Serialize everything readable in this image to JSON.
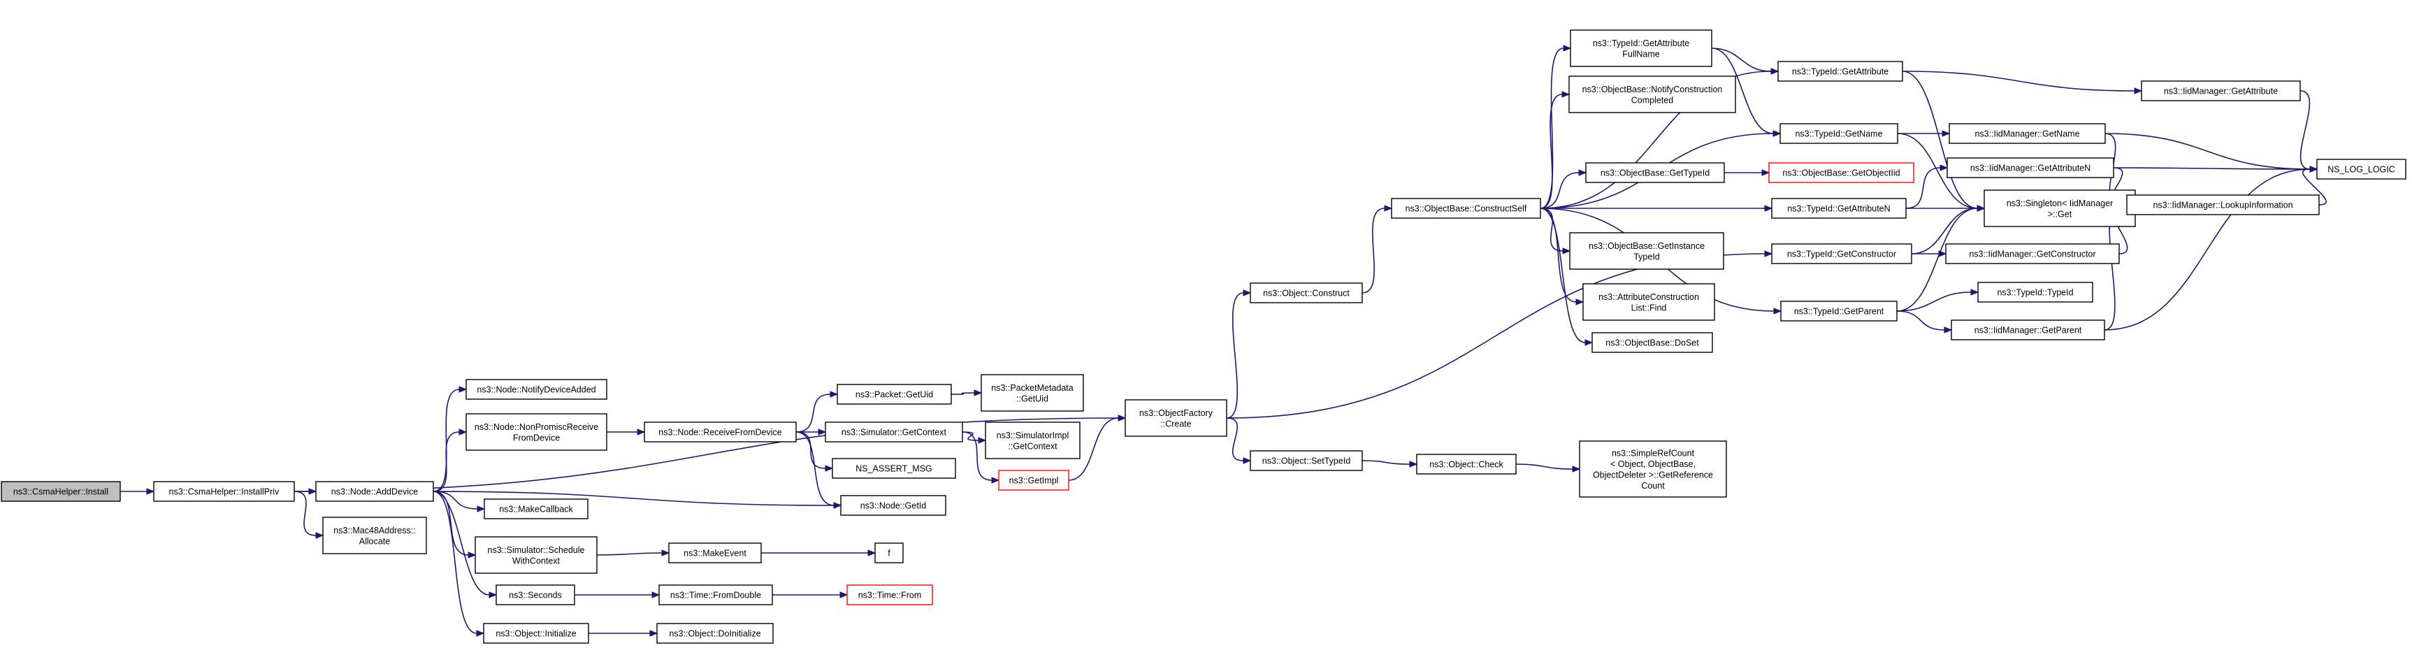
{
  "diagram": {
    "style": {
      "edge_color": "#191970",
      "node_fill": "#ffffff",
      "root_fill": "#bfbfbf",
      "truncated_border": "#ff0000"
    },
    "nodes": [
      {
        "id": "csmahelper-install",
        "lines": [
          "ns3::CsmaHelper::Install"
        ],
        "kind": "root"
      },
      {
        "id": "csmahelper-installpriv",
        "lines": [
          "ns3::CsmaHelper::InstallPriv"
        ]
      },
      {
        "id": "node-adddevice",
        "lines": [
          "ns3::Node::AddDevice"
        ]
      },
      {
        "id": "mac48address-allocate",
        "lines": [
          "ns3::Mac48Address::",
          "Allocate"
        ]
      },
      {
        "id": "node-notifydeviceadded",
        "lines": [
          "ns3::Node::NotifyDeviceAdded"
        ]
      },
      {
        "id": "node-nonpromiscreceivefromdevice",
        "lines": [
          "ns3::Node::NonPromiscReceive",
          "FromDevice"
        ]
      },
      {
        "id": "makecallback",
        "lines": [
          "ns3::MakeCallback"
        ]
      },
      {
        "id": "simulator-schedulewithcontext",
        "lines": [
          "ns3::Simulator::Schedule",
          "WithContext"
        ]
      },
      {
        "id": "seconds",
        "lines": [
          "ns3::Seconds"
        ]
      },
      {
        "id": "object-initialize",
        "lines": [
          "ns3::Object::Initialize"
        ]
      },
      {
        "id": "node-receivefromdevice",
        "lines": [
          "ns3::Node::ReceiveFromDevice"
        ]
      },
      {
        "id": "makeevent",
        "lines": [
          "ns3::MakeEvent"
        ]
      },
      {
        "id": "time-fromdouble",
        "lines": [
          "ns3::Time::FromDouble"
        ]
      },
      {
        "id": "object-doinitialize",
        "lines": [
          "ns3::Object::DoInitialize"
        ]
      },
      {
        "id": "packet-getuid",
        "lines": [
          "ns3::Packet::GetUid"
        ]
      },
      {
        "id": "simulator-getcontext",
        "lines": [
          "ns3::Simulator::GetContext"
        ]
      },
      {
        "id": "ns-assert-msg",
        "lines": [
          "NS_ASSERT_MSG"
        ]
      },
      {
        "id": "node-getid",
        "lines": [
          "ns3::Node::GetId"
        ]
      },
      {
        "id": "f",
        "lines": [
          "f"
        ]
      },
      {
        "id": "time-from",
        "lines": [
          "ns3::Time::From"
        ],
        "kind": "truncated"
      },
      {
        "id": "packetmetadata-getuid",
        "lines": [
          "ns3::PacketMetadata",
          "::GetUid"
        ]
      },
      {
        "id": "simulatorimpl-getcontext",
        "lines": [
          "ns3::SimulatorImpl",
          "::GetContext"
        ]
      },
      {
        "id": "getimpl",
        "lines": [
          "ns3::GetImpl"
        ],
        "kind": "truncated"
      },
      {
        "id": "objectfactory-create",
        "lines": [
          "ns3::ObjectFactory",
          "::Create"
        ]
      },
      {
        "id": "object-construct",
        "lines": [
          "ns3::Object::Construct"
        ]
      },
      {
        "id": "object-settypeid",
        "lines": [
          "ns3::Object::SetTypeId"
        ]
      },
      {
        "id": "objectbase-constructself",
        "lines": [
          "ns3::ObjectBase::ConstructSelf"
        ]
      },
      {
        "id": "object-check",
        "lines": [
          "ns3::Object::Check"
        ]
      },
      {
        "id": "simplerefcount-getreferencecount",
        "lines": [
          "ns3::SimpleRefCount",
          "< Object, ObjectBase,",
          "ObjectDeleter >::GetReference",
          "Count"
        ]
      },
      {
        "id": "typeid-getattributefullname",
        "lines": [
          "ns3::TypeId::GetAttribute",
          "FullName"
        ]
      },
      {
        "id": "objectbase-notifyconstructioncompleted",
        "lines": [
          "ns3::ObjectBase::NotifyConstruction",
          "Completed"
        ]
      },
      {
        "id": "objectbase-gettypeid",
        "lines": [
          "ns3::ObjectBase::GetTypeId"
        ]
      },
      {
        "id": "objectbase-getinstancetypeid",
        "lines": [
          "ns3::ObjectBase::GetInstance",
          "TypeId"
        ]
      },
      {
        "id": "attributeconstructionlist-find",
        "lines": [
          "ns3::AttributeConstruction",
          "List::Find"
        ]
      },
      {
        "id": "objectbase-doset",
        "lines": [
          "ns3::ObjectBase::DoSet"
        ]
      },
      {
        "id": "objectbase-getobjectiid",
        "lines": [
          "ns3::ObjectBase::GetObjectIid"
        ],
        "kind": "truncated"
      },
      {
        "id": "typeid-getattribute",
        "lines": [
          "ns3::TypeId::GetAttribute"
        ]
      },
      {
        "id": "typeid-getname",
        "lines": [
          "ns3::TypeId::GetName"
        ]
      },
      {
        "id": "typeid-getattributen",
        "lines": [
          "ns3::TypeId::GetAttributeN"
        ]
      },
      {
        "id": "typeid-getconstructor",
        "lines": [
          "ns3::TypeId::GetConstructor"
        ]
      },
      {
        "id": "typeid-getparent",
        "lines": [
          "ns3::TypeId::GetParent"
        ]
      },
      {
        "id": "singleton-iidmanager-get",
        "lines": [
          "ns3::Singleton< IidManager",
          " >::Get"
        ]
      },
      {
        "id": "iidmanager-getname",
        "lines": [
          "ns3::IidManager::GetName"
        ]
      },
      {
        "id": "iidmanager-getattributen",
        "lines": [
          "ns3::IidManager::GetAttributeN"
        ]
      },
      {
        "id": "iidmanager-getconstructor",
        "lines": [
          "ns3::IidManager::GetConstructor"
        ]
      },
      {
        "id": "typeid-typeid",
        "lines": [
          "ns3::TypeId::TypeId"
        ]
      },
      {
        "id": "iidmanager-getparent",
        "lines": [
          "ns3::IidManager::GetParent"
        ]
      },
      {
        "id": "iidmanager-getattribute",
        "lines": [
          "ns3::IidManager::GetAttribute"
        ]
      },
      {
        "id": "iidmanager-lookupinformation",
        "lines": [
          "ns3::IidManager::LookupInformation"
        ]
      },
      {
        "id": "ns-log-logic",
        "lines": [
          "NS_LOG_LOGIC"
        ]
      }
    ],
    "edges": [
      [
        "csmahelper-install",
        "csmahelper-installpriv"
      ],
      [
        "csmahelper-installpriv",
        "node-adddevice"
      ],
      [
        "csmahelper-installpriv",
        "mac48address-allocate"
      ],
      [
        "csmahelper-installpriv",
        "objectfactory-create"
      ],
      [
        "node-adddevice",
        "node-notifydeviceadded"
      ],
      [
        "node-adddevice",
        "node-nonpromiscreceivefromdevice"
      ],
      [
        "node-adddevice",
        "makecallback"
      ],
      [
        "node-adddevice",
        "simulator-schedulewithcontext"
      ],
      [
        "node-adddevice",
        "seconds"
      ],
      [
        "node-adddevice",
        "object-initialize"
      ],
      [
        "node-adddevice",
        "node-getid"
      ],
      [
        "node-nonpromiscreceivefromdevice",
        "node-receivefromdevice"
      ],
      [
        "node-receivefromdevice",
        "packet-getuid"
      ],
      [
        "node-receivefromdevice",
        "simulator-getcontext"
      ],
      [
        "node-receivefromdevice",
        "ns-assert-msg"
      ],
      [
        "node-receivefromdevice",
        "node-getid"
      ],
      [
        "packet-getuid",
        "packetmetadata-getuid"
      ],
      [
        "simulator-getcontext",
        "simulatorimpl-getcontext"
      ],
      [
        "simulator-getcontext",
        "getimpl"
      ],
      [
        "getimpl",
        "objectfactory-create"
      ],
      [
        "simulator-schedulewithcontext",
        "makeevent"
      ],
      [
        "makeevent",
        "f"
      ],
      [
        "seconds",
        "time-fromdouble"
      ],
      [
        "time-fromdouble",
        "time-from"
      ],
      [
        "object-initialize",
        "object-doinitialize"
      ],
      [
        "objectfactory-create",
        "object-construct"
      ],
      [
        "objectfactory-create",
        "object-settypeid"
      ],
      [
        "objectfactory-create",
        "typeid-getconstructor"
      ],
      [
        "object-construct",
        "objectbase-constructself"
      ],
      [
        "object-settypeid",
        "object-check"
      ],
      [
        "object-check",
        "simplerefcount-getreferencecount"
      ],
      [
        "objectbase-constructself",
        "typeid-getattributefullname"
      ],
      [
        "objectbase-constructself",
        "objectbase-notifyconstructioncompleted"
      ],
      [
        "objectbase-constructself",
        "typeid-getattribute"
      ],
      [
        "objectbase-constructself",
        "typeid-getname"
      ],
      [
        "objectbase-constructself",
        "objectbase-gettypeid"
      ],
      [
        "objectbase-constructself",
        "typeid-getattributen"
      ],
      [
        "objectbase-constructself",
        "objectbase-getinstancetypeid"
      ],
      [
        "objectbase-constructself",
        "attributeconstructionlist-find"
      ],
      [
        "objectbase-constructself",
        "objectbase-doset"
      ],
      [
        "objectbase-constructself",
        "typeid-getparent"
      ],
      [
        "objectbase-gettypeid",
        "objectbase-getobjectiid"
      ],
      [
        "typeid-getattributefullname",
        "typeid-getattribute"
      ],
      [
        "typeid-getattributefullname",
        "typeid-getname"
      ],
      [
        "typeid-getattribute",
        "iidmanager-getattribute"
      ],
      [
        "typeid-getattribute",
        "singleton-iidmanager-get"
      ],
      [
        "typeid-getname",
        "iidmanager-getname"
      ],
      [
        "typeid-getname",
        "singleton-iidmanager-get"
      ],
      [
        "typeid-getattributen",
        "iidmanager-getattributen"
      ],
      [
        "typeid-getattributen",
        "singleton-iidmanager-get"
      ],
      [
        "typeid-getconstructor",
        "iidmanager-getconstructor"
      ],
      [
        "typeid-getconstructor",
        "singleton-iidmanager-get"
      ],
      [
        "typeid-getparent",
        "typeid-typeid"
      ],
      [
        "typeid-getparent",
        "iidmanager-getparent"
      ],
      [
        "typeid-getparent",
        "singleton-iidmanager-get"
      ],
      [
        "iidmanager-getname",
        "ns-log-logic"
      ],
      [
        "iidmanager-getname",
        "iidmanager-lookupinformation"
      ],
      [
        "iidmanager-getattributen",
        "ns-log-logic"
      ],
      [
        "iidmanager-getattributen",
        "iidmanager-lookupinformation"
      ],
      [
        "iidmanager-getconstructor",
        "iidmanager-lookupinformation"
      ],
      [
        "iidmanager-getparent",
        "iidmanager-lookupinformation"
      ],
      [
        "iidmanager-getparent",
        "ns-log-logic"
      ],
      [
        "iidmanager-getattribute",
        "ns-log-logic"
      ],
      [
        "iidmanager-lookupinformation",
        "ns-log-logic"
      ]
    ]
  }
}
